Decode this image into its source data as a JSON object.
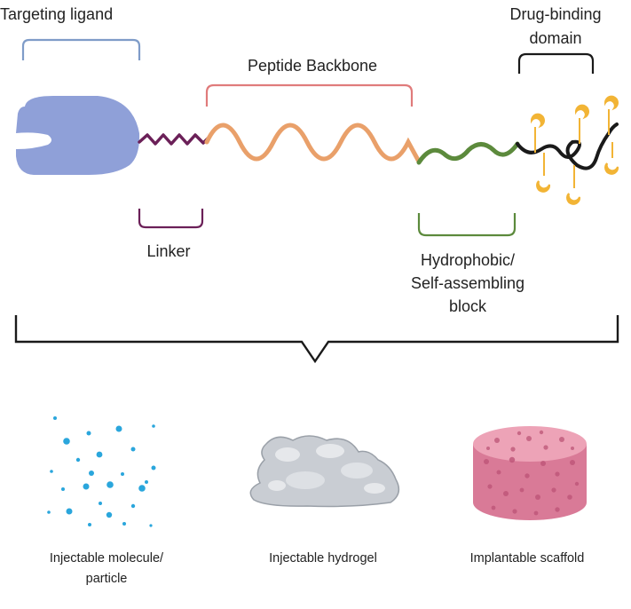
{
  "labels": {
    "targeting_ligand": "Targeting ligand",
    "drug_binding_line1": "Drug-binding",
    "drug_binding_line2": "domain",
    "peptide_backbone": "Peptide Backbone",
    "linker": "Linker",
    "hydrophobic_line1": "Hydrophobic/",
    "hydrophobic_line2": "Self-assembling",
    "hydrophobic_line3": "block"
  },
  "formats": {
    "molecule_line1": "Injectable molecule/",
    "molecule_line2": "particle",
    "hydrogel": "Injectable hydrogel",
    "scaffold": "Implantable scaffold"
  },
  "colors": {
    "ligand": "#8fa0d8",
    "ligand_bracket": "#7f9cc8",
    "linker": "#6b2058",
    "backbone": "#e9a06a",
    "backbone_bracket": "#e07b7b",
    "hydrophobic": "#5c8a3c",
    "drug_domain": "#1a1a1a",
    "drug": "#f2b435",
    "particles": "#2aa6dc",
    "hydrogel": "#c9cdd3",
    "scaffold": "#e38aa2"
  },
  "icons": {
    "ligand": "targeting-ligand-icon",
    "drug": "drug-molecule-icon",
    "particles": "particles-icon",
    "hydrogel": "hydrogel-icon",
    "scaffold": "scaffold-icon"
  }
}
